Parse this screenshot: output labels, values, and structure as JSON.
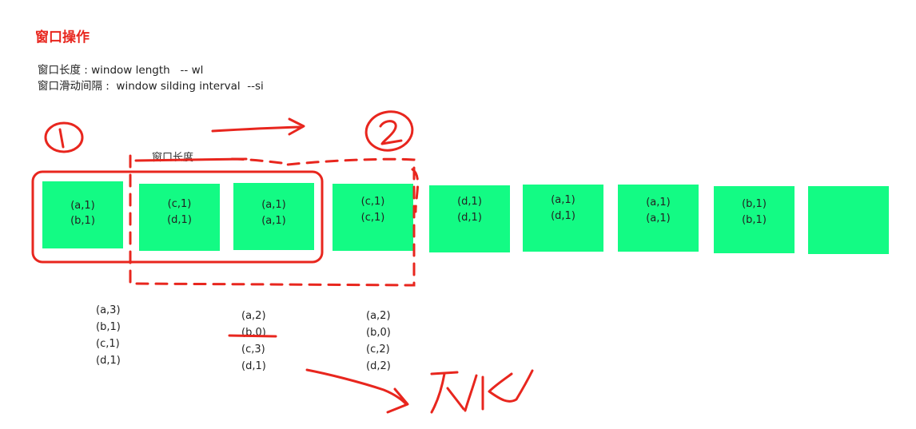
{
  "title": "窗口操作",
  "definitions": [
    "窗口长度 : window length   -- wl",
    "窗口滑动间隔 :  window silding interval  --si"
  ],
  "window_label": "窗口长度",
  "boxes": [
    {
      "lines": [
        "(a,1)",
        "(b,1)"
      ]
    },
    {
      "lines": [
        "(c,1)",
        "(d,1)"
      ]
    },
    {
      "lines": [
        "(a,1)",
        "(a,1)"
      ]
    },
    {
      "lines": [
        "(c,1)",
        "(c,1)"
      ]
    },
    {
      "lines": [
        "(d,1)",
        "(d,1)"
      ]
    },
    {
      "lines": [
        "(a,1)",
        "(d,1)"
      ]
    },
    {
      "lines": [
        "(a,1)",
        "(a,1)"
      ]
    },
    {
      "lines": [
        "(b,1)",
        "(b,1)"
      ]
    },
    {
      "lines": []
    }
  ],
  "results": [
    {
      "lines": [
        "(a,3)",
        "(b,1)",
        "(c,1)",
        "(d,1)"
      ]
    },
    {
      "lines": [
        "(a,2)",
        "(b,0)",
        "(c,3)",
        "(d,1)"
      ]
    },
    {
      "lines": [
        "(a,2)",
        "(b,0)",
        "(c,2)",
        "(d,2)"
      ]
    }
  ],
  "handwriting": {
    "window1": "1",
    "window2": "2",
    "note": "优化"
  },
  "colors": {
    "title": "#e8261e",
    "box": "#13fb84",
    "ink": "#e8261e"
  }
}
